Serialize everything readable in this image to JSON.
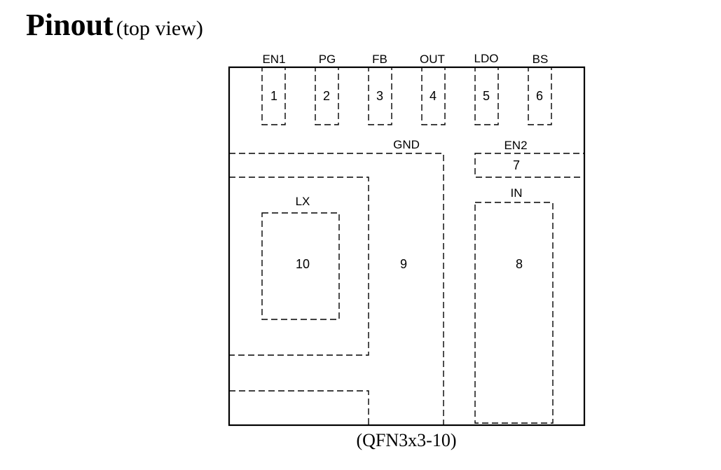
{
  "title": {
    "main": "Pinout",
    "sub": "(top view)"
  },
  "package": "(QFN3x3-10)",
  "pins": [
    {
      "number": "1",
      "name": "EN1"
    },
    {
      "number": "2",
      "name": "PG"
    },
    {
      "number": "3",
      "name": "FB"
    },
    {
      "number": "4",
      "name": "OUT"
    },
    {
      "number": "5",
      "name": "LDO"
    },
    {
      "number": "6",
      "name": "BS"
    },
    {
      "number": "7",
      "name": "EN2"
    },
    {
      "number": "8",
      "name": "IN"
    },
    {
      "number": "9",
      "name": "GND"
    },
    {
      "number": "10",
      "name": "LX"
    }
  ]
}
